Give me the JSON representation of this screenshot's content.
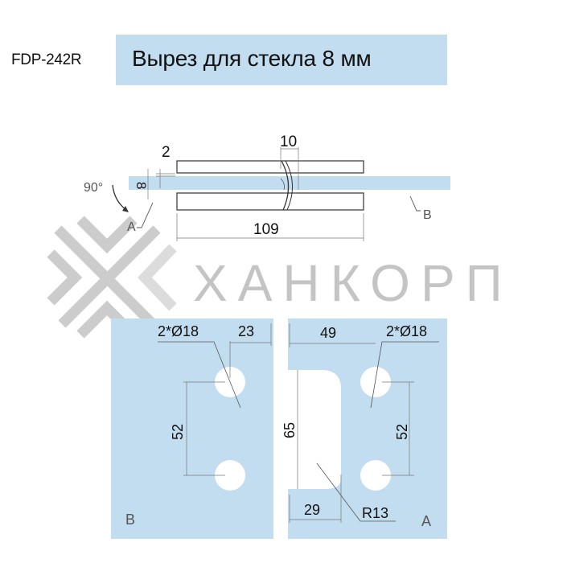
{
  "header": {
    "model": "FDP-242R",
    "title": "Вырез для стекла 8 мм"
  },
  "colors": {
    "glass": "#c2dcf0",
    "line": "#333333",
    "dim_line": "#666666",
    "watermark": "#c4c4c4"
  },
  "watermark": {
    "brand": "ХАНКОРП",
    "logo_icon": "crossed-chevrons-logo"
  },
  "side_view": {
    "angle_label": "90°",
    "glass_thickness": "8",
    "gap": "2",
    "hinge_gap": "10",
    "overall_length": "109",
    "view_a": "A",
    "view_b": "B"
  },
  "panel_b": {
    "label": "B",
    "holes": "2*Ø18",
    "edge_offset": "23",
    "hole_spacing": "52"
  },
  "panel_a": {
    "label": "A",
    "holes": "2*Ø18",
    "edge_offset": "49",
    "hole_spacing": "52",
    "cutout_height": "65",
    "cutout_depth": "29",
    "corner_radius": "R13"
  }
}
